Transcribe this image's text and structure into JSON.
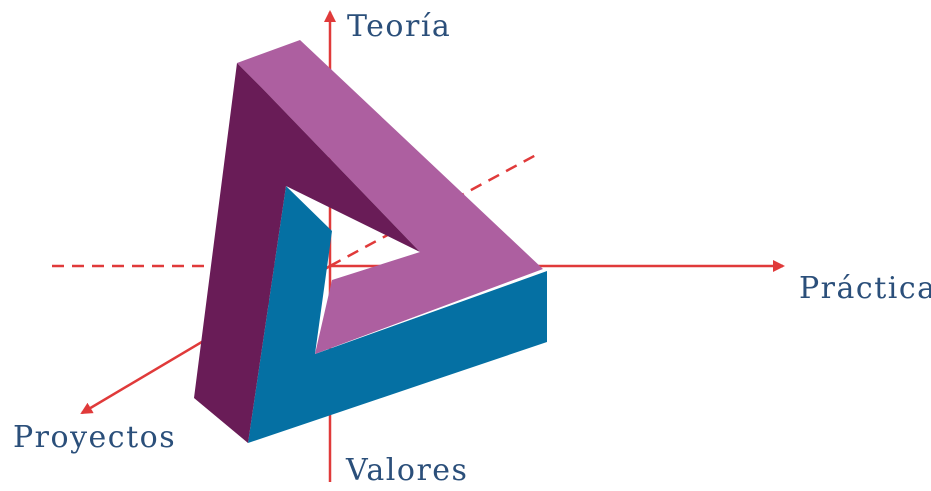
{
  "labels": {
    "top": "Teoría",
    "right": "Práctica",
    "bottom_left": "Proyectos",
    "bottom": "Valores"
  },
  "colors": {
    "axis": "#e03a3a",
    "label": "#2b4f7a",
    "face_pink": "#ad5fa0",
    "face_purple": "#691c57",
    "face_blue": "#0570a3"
  },
  "icons": {
    "figure": "impossible-triangle"
  }
}
